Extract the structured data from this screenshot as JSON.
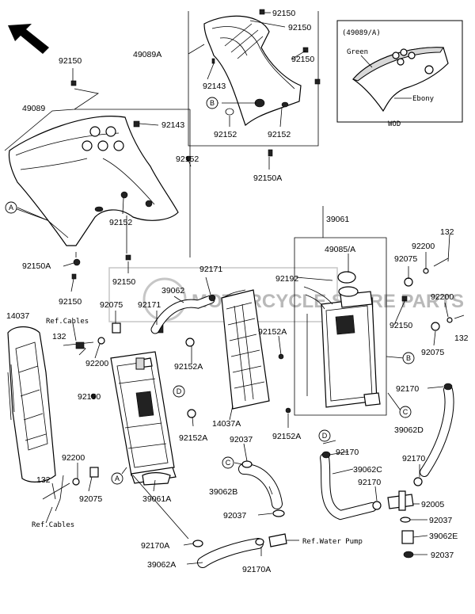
{
  "parts": {
    "p92150_top": "92150",
    "p92150_a": "92150",
    "p92150_b": "92150",
    "p92150_left": "92150",
    "p49089A": "49089A",
    "p92143_a": "92143",
    "p92152_a": "92152",
    "p92152_b": "92152",
    "p92150A_top": "92150A",
    "p49089": "49089",
    "p92143_b": "92143",
    "p92152_c": "92152",
    "p92152_d": "92152",
    "p92150A_left": "92150A",
    "p92150_c": "92150",
    "p92150_d": "92150",
    "p39061": "39061",
    "p49085A": "49085/A",
    "p132_a": "132",
    "p92200_a": "92200",
    "p92075_a": "92075",
    "p92192": "92192",
    "p92171_a": "92171",
    "p39062": "39062",
    "p92171_b": "92171",
    "p92075_b": "92075",
    "p14037": "14037",
    "p132_b": "132",
    "p92200_b": "92200",
    "p92152A_a": "92152A",
    "p92152A_b": "92152A",
    "p92150_e": "92150",
    "p92200_c": "92200",
    "p132_c": "132",
    "p92075_c": "92075",
    "p92170_a": "92170",
    "p39062D": "39062D",
    "p92150_f": "92150",
    "p14037A": "14037A",
    "p92152A_c": "92152A",
    "p92152A_d": "92152A",
    "p92037_a": "92037",
    "p92170_b": "92170",
    "p39062C": "39062C",
    "p92170_c": "92170",
    "p92170_d": "92170",
    "p92200_d": "92200",
    "p132_d": "132",
    "p92075_d": "92075",
    "p39061A": "39061A",
    "p39062B": "39062B",
    "p92005": "92005",
    "p92037_b": "92037",
    "p92037_c": "92037",
    "p39062E": "39062E",
    "p92037_d": "92037",
    "p92170A_a": "92170A",
    "p39062A": "39062A",
    "p92170A_b": "92170A"
  },
  "refs": {
    "cables_top": "Ref.Cables",
    "cables_bottom": "Ref.Cables",
    "water_pump": "Ref.Water Pump"
  },
  "inset": {
    "title": "(49089/A)",
    "green": "Green",
    "ebony": "Ebony",
    "wod": "WOD"
  },
  "callouts": {
    "a1": "A",
    "a2": "A",
    "b1": "B",
    "b2": "B",
    "c1": "C",
    "c2": "C",
    "d1": "D",
    "d2": "D"
  },
  "watermark": "MOTORCYCLE SPARE PARTS"
}
